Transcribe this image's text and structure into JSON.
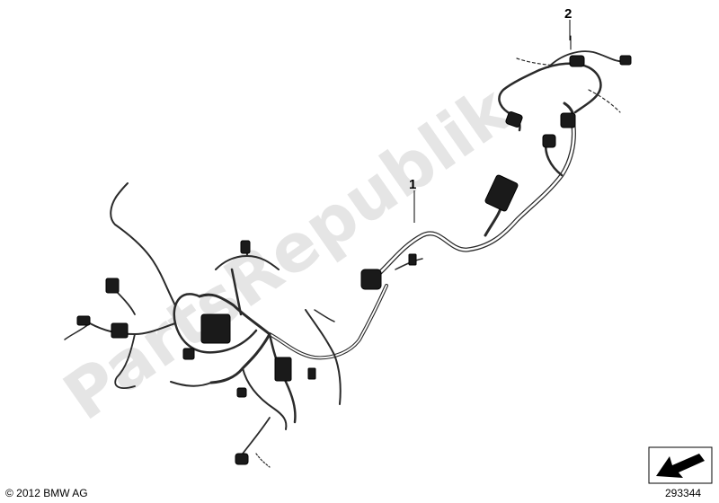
{
  "watermark": "PartsRepublik",
  "callouts": [
    {
      "id": "1",
      "label": "1"
    },
    {
      "id": "2",
      "label": "2"
    }
  ],
  "footer": {
    "copyright": "© 2012 BMW AG",
    "part_number": "293344"
  },
  "icons": [
    "arrow-icon"
  ]
}
